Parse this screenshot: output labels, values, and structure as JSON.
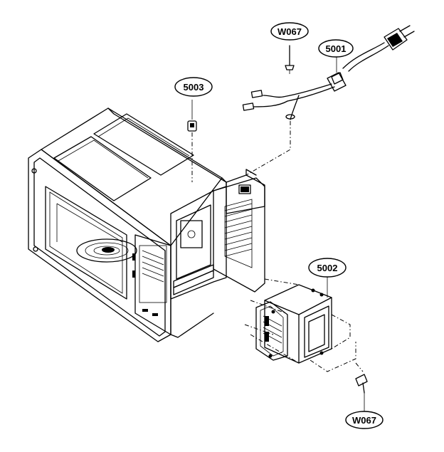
{
  "callouts": {
    "w067_top": "W067",
    "p5001": "5001",
    "p5003": "5003",
    "p5002": "5002",
    "w067_bottom": "W067"
  }
}
